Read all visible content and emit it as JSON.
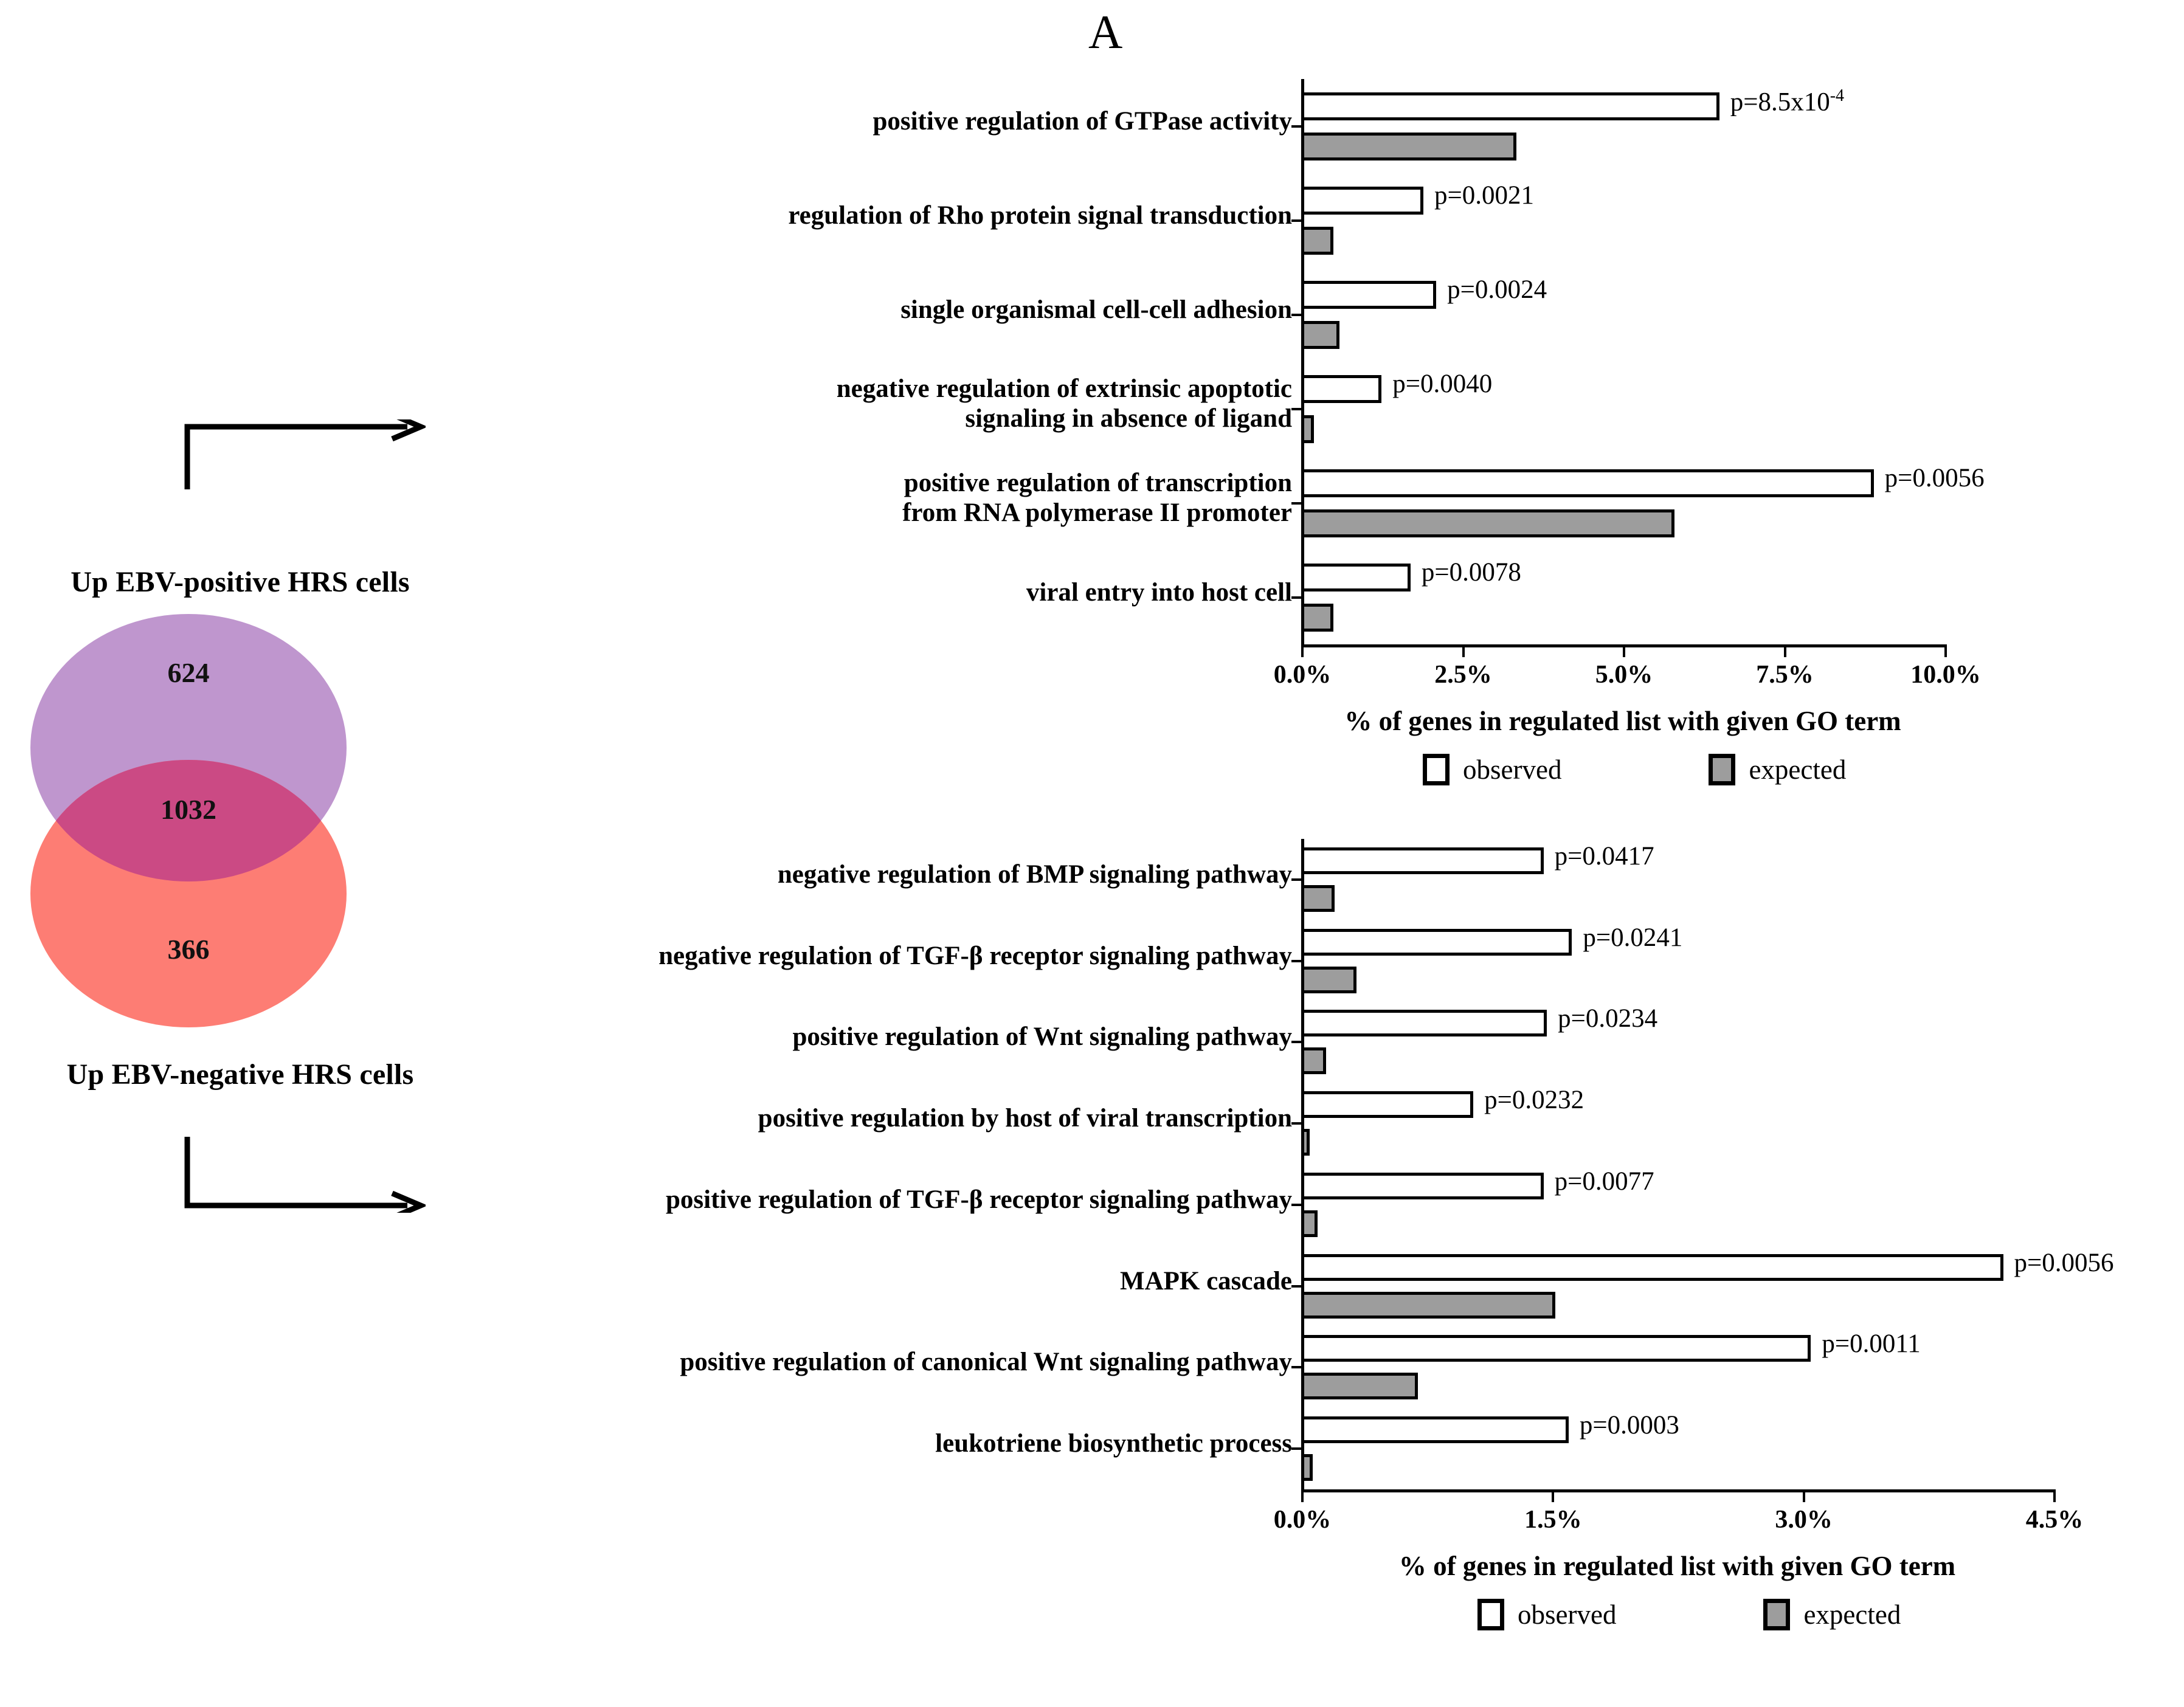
{
  "panel": {
    "letter": "A"
  },
  "venn": {
    "arrow_top_name": "arrow-to-top-chart",
    "arrow_bottom_name": "arrow-to-bottom-chart",
    "top_label": "Up EBV-positive HRS cells",
    "bottom_label": "Up EBV-negative HRS cells",
    "counts": {
      "top_only": "624",
      "overlap": "1032",
      "bottom_only": "366"
    },
    "colors": {
      "top_circle": "#bf96ce",
      "bottom_circle": "#fd7d74",
      "overlap": "#cb4a84"
    }
  },
  "legend": {
    "observed": "observed",
    "expected": "expected",
    "observed_color": "#ffffff",
    "expected_color": "#9d9d9d"
  },
  "chart_data": [
    {
      "id": "top",
      "type": "bar",
      "orientation": "horizontal",
      "title": "",
      "xlabel": "% of genes in regulated list with given GO term",
      "ylabel": "",
      "xlim": [
        0,
        10
      ],
      "xticks": [
        0,
        2.5,
        5,
        7.5,
        10
      ],
      "xticklabels": [
        "0.0%",
        "2.5%",
        "5.0%",
        "7.5%",
        "10.0%"
      ],
      "grid": false,
      "legend_position": "bottom",
      "categories": [
        "positive regulation of GTPase activity",
        "regulation of Rho protein signal transduction",
        "single organismal cell-cell adhesion",
        "negative regulation of extrinsic apoptotic signaling in absence of ligand",
        "positive regulation of transcription from RNA polymerase II promoter",
        "viral entry into host cell"
      ],
      "series": [
        {
          "name": "observed",
          "values": [
            6.5,
            1.9,
            2.1,
            1.25,
            8.9,
            1.7
          ]
        },
        {
          "name": "expected",
          "values": [
            3.35,
            0.5,
            0.6,
            0.2,
            5.8,
            0.5
          ]
        }
      ],
      "annotations": [
        "p=8.5x10^-4",
        "p=0.0021",
        "p=0.0024",
        "p=0.0040",
        "p=0.0056",
        "p=0.0078"
      ]
    },
    {
      "id": "bottom",
      "type": "bar",
      "orientation": "horizontal",
      "title": "",
      "xlabel": "% of genes in regulated list with given GO term",
      "ylabel": "",
      "xlim": [
        0,
        4.5
      ],
      "xticks": [
        0,
        1.5,
        3.0,
        4.5
      ],
      "xticklabels": [
        "0.0%",
        "1.5%",
        "3.0%",
        "4.5%"
      ],
      "grid": false,
      "legend_position": "bottom",
      "categories": [
        "negative regulation of BMP signaling pathway",
        "negative regulation of TGF-β receptor signaling pathway",
        "positive regulation of Wnt signaling pathway",
        "positive regulation by host of viral transcription",
        "positive regulation of TGF-β receptor signaling pathway",
        "MAPK cascade",
        "positive regulation of canonical Wnt signaling pathway",
        "leukotriene biosynthetic process"
      ],
      "series": [
        {
          "name": "observed",
          "values": [
            1.45,
            1.62,
            1.47,
            1.03,
            1.45,
            4.2,
            3.05,
            1.6
          ]
        },
        {
          "name": "expected",
          "values": [
            0.2,
            0.33,
            0.15,
            0.03,
            0.1,
            1.52,
            0.7,
            0.07
          ]
        }
      ],
      "annotations": [
        "p=0.0417",
        "p=0.0241",
        "p=0.0234",
        "p=0.0232",
        "p=0.0077",
        "p=0.0056",
        "p=0.0011",
        "p=0.0003"
      ]
    }
  ],
  "top_chart": {
    "rows": [
      {
        "label": "positive regulation of GTPase activity",
        "pval": "p=8.5x10",
        "pexp": "-4",
        "observed": 6.5,
        "expected": 3.35
      },
      {
        "label": "regulation of Rho protein signal transduction",
        "pval": "p=0.0021",
        "pexp": "",
        "observed": 1.9,
        "expected": 0.5
      },
      {
        "label": "single organismal cell-cell adhesion",
        "pval": "p=0.0024",
        "pexp": "",
        "observed": 2.1,
        "expected": 0.6
      },
      {
        "label": "negative regulation of extrinsic apoptotic\nsignaling in absence of ligand",
        "pval": "p=0.0040",
        "pexp": "",
        "observed": 1.25,
        "expected": 0.2
      },
      {
        "label": "positive regulation of transcription\nfrom RNA polymerase II promoter",
        "pval": "p=0.0056",
        "pexp": "",
        "observed": 8.9,
        "expected": 5.8
      },
      {
        "label": "viral entry into host cell",
        "pval": "p=0.0078",
        "pexp": "",
        "observed": 1.7,
        "expected": 0.5
      }
    ],
    "xticklabels": [
      "0.0%",
      "2.5%",
      "5.0%",
      "7.5%",
      "10.0%"
    ],
    "xlabel": "% of genes in regulated list with given GO term"
  },
  "bottom_chart": {
    "rows": [
      {
        "label": "negative regulation of BMP signaling pathway",
        "pval": "p=0.0417",
        "observed": 1.45,
        "expected": 0.2
      },
      {
        "label": "negative regulation of TGF-β receptor signaling pathway",
        "pval": "p=0.0241",
        "observed": 1.62,
        "expected": 0.33
      },
      {
        "label": "positive regulation of Wnt signaling pathway",
        "pval": "p=0.0234",
        "observed": 1.47,
        "expected": 0.15
      },
      {
        "label": "positive regulation by host of viral transcription",
        "pval": "p=0.0232",
        "observed": 1.03,
        "expected": 0.03
      },
      {
        "label": "positive regulation of TGF-β receptor signaling pathway",
        "pval": "p=0.0077",
        "observed": 1.45,
        "expected": 0.1
      },
      {
        "label": "MAPK cascade",
        "pval": "p=0.0056",
        "observed": 4.2,
        "expected": 1.52
      },
      {
        "label": "positive regulation of canonical Wnt signaling pathway",
        "pval": "p=0.0011",
        "observed": 3.05,
        "expected": 0.7
      },
      {
        "label": "leukotriene biosynthetic process",
        "pval": "p=0.0003",
        "observed": 1.6,
        "expected": 0.07
      }
    ],
    "xticklabels": [
      "0.0%",
      "1.5%",
      "3.0%",
      "4.5%"
    ],
    "xlabel": "% of genes in regulated list with given GO term"
  }
}
